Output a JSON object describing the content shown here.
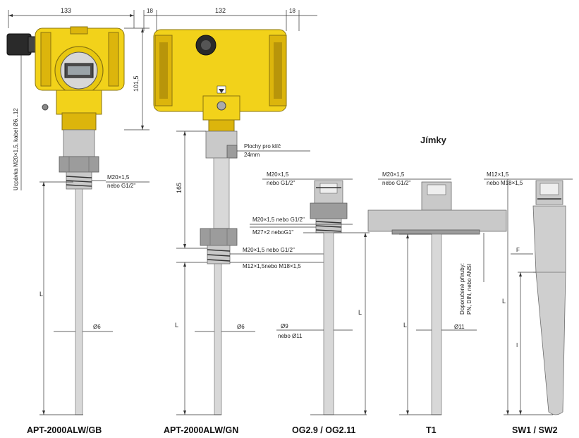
{
  "heading": "Jímky",
  "gb": {
    "title": "APT-2000ALW/GB",
    "dim_width": "133",
    "dim_height": "101,5",
    "cable_note": "Ucpávka M20×1,5, kabel Ø6...12",
    "thread_line1": "M20×1,5",
    "thread_line2": "nebo G1/2\"",
    "length": "L",
    "rod_diameter": "Ø6"
  },
  "gn": {
    "title": "APT-2000ALW/GN",
    "dim_gap_left": "18",
    "dim_width": "132",
    "dim_gap_right": "18",
    "flats_note_line1": "Plochy pro klíč",
    "flats_note_line2": "24mm",
    "dim_height": "165",
    "thread_line1": "M20×1,5 nebo G1/2\"",
    "thread_line2": "M12×1,5nebo M18×1,5",
    "length": "L",
    "rod_diameter": "Ø6"
  },
  "og": {
    "title": "OG2.9 / OG2.11",
    "top_thread_line1": "M20×1,5",
    "top_thread_line2": "nebo G1/2\"",
    "bottom_thread_line1": "M20×1,5 nebo G1/2\"",
    "bottom_thread_line2": "M27×2 neboG1\"",
    "length": "L",
    "diameter_line1": "Ø9",
    "diameter_line2": "nebo Ø11"
  },
  "t1": {
    "title": "T1",
    "top_thread_line1": "M20×1,5",
    "top_thread_line2": "nebo G1/2\"",
    "flange_note_line1": "Doporučené příruby:",
    "flange_note_line2": "PN, DIN, nebo ANSI",
    "length": "L",
    "rod_diameter": "Ø11"
  },
  "sw": {
    "title": "SW1 / SW2",
    "top_thread_line1": "M12×1,5",
    "top_thread_line2": "nebo M18×1,5",
    "label_f": "F",
    "label_i": "I",
    "length": "L"
  }
}
